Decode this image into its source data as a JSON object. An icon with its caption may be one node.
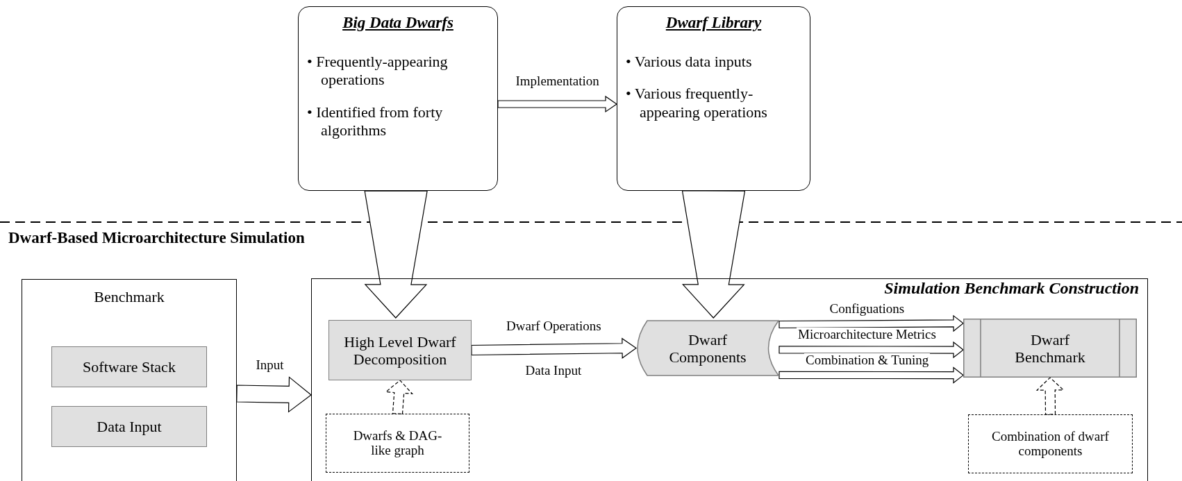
{
  "diagram": {
    "nodes": [
      {
        "text": [
          "Big Data Dwarfs",
          "• Frequently-appearing operations",
          "• Identified from forty algorithms"
        ]
      },
      {
        "text": [
          "Dwarf Library",
          "• Various data inputs",
          "• Various frequently-appearing operations"
        ]
      },
      {
        "text": [
          "Benchmark"
        ]
      },
      {
        "text": [
          "Software Stack"
        ],
        "in": 2
      },
      {
        "text": [
          "Data Input"
        ],
        "in": 2
      },
      {
        "text": [
          "Simulation Benchmark Construction"
        ]
      },
      {
        "text": [
          "High Level Dwarf Decomposition"
        ],
        "in": 5
      },
      {
        "text": [
          "Dwarfs & DAG-like graph"
        ],
        "in": 5
      },
      {
        "text": [
          "Dwarf Components"
        ],
        "in": 5
      },
      {
        "text": [
          "Dwarf Benchmark"
        ],
        "in": 5
      },
      {
        "text": [
          "Combination of dwarf components"
        ],
        "in": 5
      }
    ],
    "edges": [
      {
        "from": 0,
        "to": 1,
        "arrow": "to",
        "label": "Implementation"
      },
      {
        "from": 0,
        "to": 6,
        "arrow": "to"
      },
      {
        "from": 1,
        "to": 8,
        "arrow": "to"
      },
      {
        "from": 2,
        "to": 5,
        "arrow": "to",
        "label": "Input"
      },
      {
        "from": 6,
        "to": 8,
        "arrow": "to",
        "label": "Dwarf Operations"
      },
      {
        "from": 8,
        "to": 9,
        "arrow": "to",
        "label": "Configuations"
      },
      {
        "from": 8,
        "to": 9,
        "arrow": "to",
        "label": "Microarchitecture Metrics"
      },
      {
        "from": 8,
        "to": 9,
        "arrow": "to",
        "label": "Combination & Tuning"
      },
      {
        "from": 7,
        "to": 6,
        "arrow": "to",
        "style": "dashed"
      },
      {
        "from": 10,
        "to": 9,
        "arrow": "to",
        "style": "dashed"
      }
    ],
    "labels": [
      "Dwarf-Based Microarchitecture Simulation",
      "Data Input"
    ]
  }
}
